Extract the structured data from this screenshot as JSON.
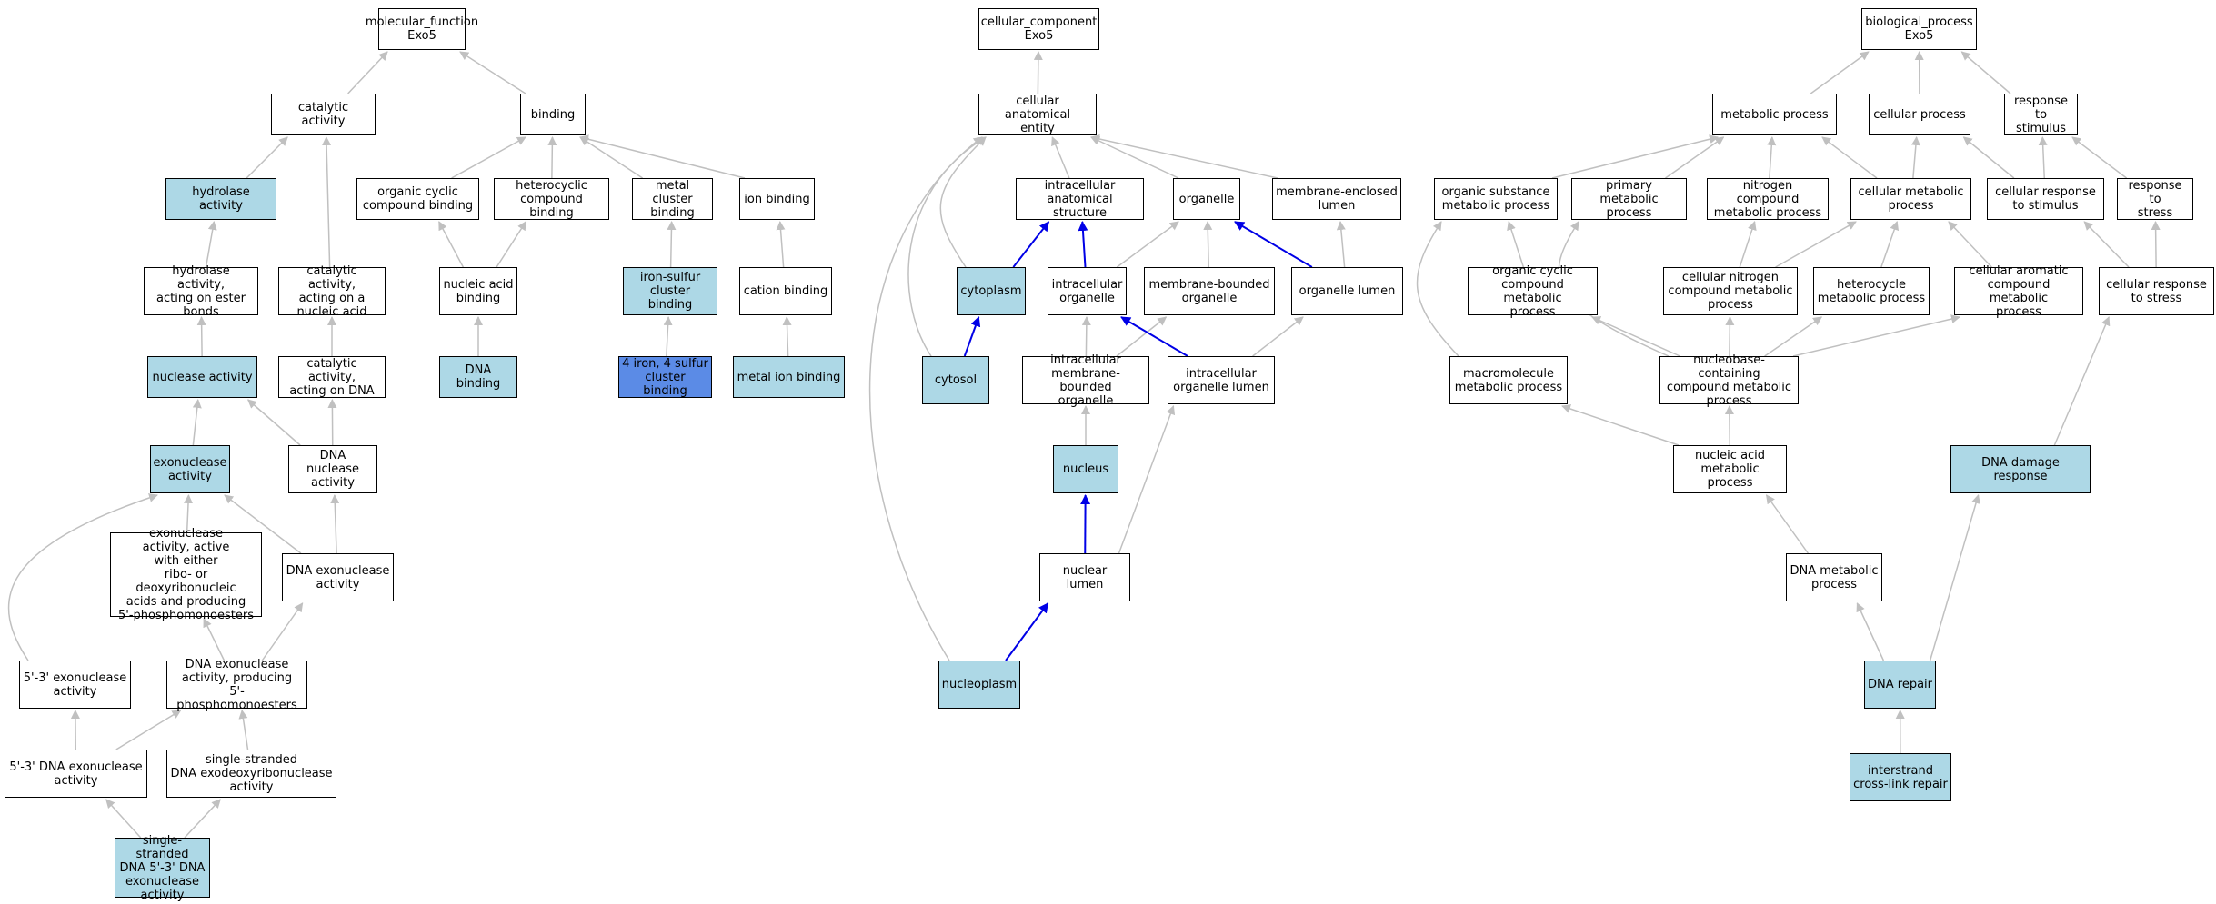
{
  "colors": {
    "annotated": "#ADD8E6",
    "strong": "#5B8BE6",
    "edge_gray": "#C0C0C0",
    "edge_blue": "#0000E6",
    "border": "#000000"
  },
  "nodes": [
    {
      "id": "mf",
      "text": "molecular_function\nExo5",
      "fill": "white"
    },
    {
      "id": "catalytic",
      "text": "catalytic activity",
      "fill": "white"
    },
    {
      "id": "binding",
      "text": "binding",
      "fill": "white"
    },
    {
      "id": "hydrolase",
      "text": "hydrolase activity",
      "fill": "annotated"
    },
    {
      "id": "organic_cyclic_binding",
      "text": "organic cyclic\ncompound binding",
      "fill": "white"
    },
    {
      "id": "heterocyclic_binding",
      "text": "heterocyclic\ncompound binding",
      "fill": "white"
    },
    {
      "id": "metal_cluster",
      "text": "metal cluster\nbinding",
      "fill": "white"
    },
    {
      "id": "ion_binding",
      "text": "ion binding",
      "fill": "white"
    },
    {
      "id": "hydrolase_ester",
      "text": "hydrolase activity,\nacting on ester\nbonds",
      "fill": "white"
    },
    {
      "id": "catalytic_na",
      "text": "catalytic activity,\nacting on a\nnucleic acid",
      "fill": "white"
    },
    {
      "id": "na_binding",
      "text": "nucleic acid\nbinding",
      "fill": "white"
    },
    {
      "id": "fes_binding",
      "text": "iron-sulfur\ncluster binding",
      "fill": "annotated"
    },
    {
      "id": "cation_binding",
      "text": "cation binding",
      "fill": "white"
    },
    {
      "id": "nuclease",
      "text": "nuclease activity",
      "fill": "annotated"
    },
    {
      "id": "catalytic_dna",
      "text": "catalytic activity,\nacting on DNA",
      "fill": "white"
    },
    {
      "id": "dna_binding",
      "text": "DNA binding",
      "fill": "annotated"
    },
    {
      "id": "fe4s4",
      "text": "4 iron, 4 sulfur\ncluster binding",
      "fill": "strong"
    },
    {
      "id": "metal_ion",
      "text": "metal ion binding",
      "fill": "annotated"
    },
    {
      "id": "exonuclease",
      "text": "exonuclease\nactivity",
      "fill": "annotated"
    },
    {
      "id": "dna_nuclease",
      "text": "DNA nuclease\nactivity",
      "fill": "white"
    },
    {
      "id": "exo_active",
      "text": "exonuclease\nactivity, active\nwith either\nribo- or deoxyribonucleic\nacids and producing\n5'-phosphomonoesters",
      "fill": "white"
    },
    {
      "id": "dna_exo",
      "text": "DNA exonuclease\nactivity",
      "fill": "white"
    },
    {
      "id": "exo53",
      "text": "5'-3' exonuclease\nactivity",
      "fill": "white"
    },
    {
      "id": "dna_exo_prod",
      "text": "DNA exonuclease\nactivity, producing\n5'-phosphomonoesters",
      "fill": "white"
    },
    {
      "id": "exo53_dna",
      "text": "5'-3' DNA exonuclease\nactivity",
      "fill": "white"
    },
    {
      "id": "ss_exodeoxy",
      "text": "single-stranded\nDNA exodeoxyribonuclease\nactivity",
      "fill": "white"
    },
    {
      "id": "ss53",
      "text": "single-stranded\nDNA 5'-3' DNA\nexonuclease\nactivity",
      "fill": "annotated"
    },
    {
      "id": "cc",
      "text": "cellular_component\nExo5",
      "fill": "white"
    },
    {
      "id": "cae",
      "text": "cellular anatomical\nentity",
      "fill": "white"
    },
    {
      "id": "ias",
      "text": "intracellular\nanatomical structure",
      "fill": "white"
    },
    {
      "id": "organelle",
      "text": "organelle",
      "fill": "white"
    },
    {
      "id": "mel",
      "text": "membrane-enclosed\nlumen",
      "fill": "white"
    },
    {
      "id": "cytoplasm",
      "text": "cytoplasm",
      "fill": "annotated"
    },
    {
      "id": "io",
      "text": "intracellular\norganelle",
      "fill": "white"
    },
    {
      "id": "mbo",
      "text": "membrane-bounded\norganelle",
      "fill": "white"
    },
    {
      "id": "ol",
      "text": "organelle lumen",
      "fill": "white"
    },
    {
      "id": "cytosol",
      "text": "cytosol",
      "fill": "annotated"
    },
    {
      "id": "imbo",
      "text": "intracellular\nmembrane-bounded\norganelle",
      "fill": "white"
    },
    {
      "id": "iol",
      "text": "intracellular\norganelle lumen",
      "fill": "white"
    },
    {
      "id": "nucleus",
      "text": "nucleus",
      "fill": "annotated"
    },
    {
      "id": "nuclear_lumen",
      "text": "nuclear lumen",
      "fill": "white"
    },
    {
      "id": "nucleoplasm",
      "text": "nucleoplasm",
      "fill": "annotated"
    },
    {
      "id": "bp",
      "text": "biological_process\nExo5",
      "fill": "white"
    },
    {
      "id": "metabolic",
      "text": "metabolic process",
      "fill": "white"
    },
    {
      "id": "cellular_process",
      "text": "cellular process",
      "fill": "white"
    },
    {
      "id": "rts",
      "text": "response to\nstimulus",
      "fill": "white"
    },
    {
      "id": "osmp",
      "text": "organic substance\nmetabolic process",
      "fill": "white"
    },
    {
      "id": "pmp",
      "text": "primary metabolic\nprocess",
      "fill": "white"
    },
    {
      "id": "ncmp",
      "text": "nitrogen compound\nmetabolic process",
      "fill": "white"
    },
    {
      "id": "cmp",
      "text": "cellular metabolic\nprocess",
      "fill": "white"
    },
    {
      "id": "crts",
      "text": "cellular response\nto stimulus",
      "fill": "white"
    },
    {
      "id": "rtstress",
      "text": "response to\nstress",
      "fill": "white"
    },
    {
      "id": "occmp",
      "text": "organic cyclic\ncompound metabolic\nprocess",
      "fill": "white"
    },
    {
      "id": "cncmp",
      "text": "cellular nitrogen\ncompound metabolic\nprocess",
      "fill": "white"
    },
    {
      "id": "hmp",
      "text": "heterocycle\nmetabolic process",
      "fill": "white"
    },
    {
      "id": "cacmp",
      "text": "cellular aromatic\ncompound metabolic\nprocess",
      "fill": "white"
    },
    {
      "id": "crtstress",
      "text": "cellular response\nto stress",
      "fill": "white"
    },
    {
      "id": "mmp",
      "text": "macromolecule\nmetabolic process",
      "fill": "white"
    },
    {
      "id": "nbcmp",
      "text": "nucleobase-containing\ncompound metabolic\nprocess",
      "fill": "white"
    },
    {
      "id": "namp",
      "text": "nucleic acid\nmetabolic process",
      "fill": "white"
    },
    {
      "id": "ddr",
      "text": "DNA damage response",
      "fill": "annotated"
    },
    {
      "id": "dnamp",
      "text": "DNA metabolic\nprocess",
      "fill": "white"
    },
    {
      "id": "dna_repair",
      "text": "DNA repair",
      "fill": "annotated"
    },
    {
      "id": "icl_repair",
      "text": "interstrand\ncross-link repair",
      "fill": "annotated"
    }
  ],
  "edges": [
    {
      "from": "catalytic",
      "to": "mf",
      "color": "gray"
    },
    {
      "from": "binding",
      "to": "mf",
      "color": "gray"
    },
    {
      "from": "hydrolase",
      "to": "catalytic",
      "color": "gray"
    },
    {
      "from": "catalytic_na",
      "to": "catalytic",
      "color": "gray"
    },
    {
      "from": "organic_cyclic_binding",
      "to": "binding",
      "color": "gray"
    },
    {
      "from": "heterocyclic_binding",
      "to": "binding",
      "color": "gray"
    },
    {
      "from": "metal_cluster",
      "to": "binding",
      "color": "gray"
    },
    {
      "from": "ion_binding",
      "to": "binding",
      "color": "gray"
    },
    {
      "from": "hydrolase_ester",
      "to": "hydrolase",
      "color": "gray"
    },
    {
      "from": "na_binding",
      "to": "organic_cyclic_binding",
      "color": "gray"
    },
    {
      "from": "na_binding",
      "to": "heterocyclic_binding",
      "color": "gray"
    },
    {
      "from": "fes_binding",
      "to": "metal_cluster",
      "color": "gray"
    },
    {
      "from": "cation_binding",
      "to": "ion_binding",
      "color": "gray"
    },
    {
      "from": "nuclease",
      "to": "hydrolase_ester",
      "color": "gray"
    },
    {
      "from": "catalytic_dna",
      "to": "catalytic_na",
      "color": "gray"
    },
    {
      "from": "dna_binding",
      "to": "na_binding",
      "color": "gray"
    },
    {
      "from": "fe4s4",
      "to": "fes_binding",
      "color": "gray"
    },
    {
      "from": "metal_ion",
      "to": "cation_binding",
      "color": "gray"
    },
    {
      "from": "exonuclease",
      "to": "nuclease",
      "color": "gray"
    },
    {
      "from": "dna_nuclease",
      "to": "nuclease",
      "color": "gray"
    },
    {
      "from": "dna_nuclease",
      "to": "catalytic_dna",
      "color": "gray"
    },
    {
      "from": "exo_active",
      "to": "exonuclease",
      "color": "gray"
    },
    {
      "from": "dna_exo",
      "to": "exonuclease",
      "color": "gray"
    },
    {
      "from": "dna_exo",
      "to": "dna_nuclease",
      "color": "gray"
    },
    {
      "from": "exo53",
      "to": "exonuclease",
      "color": "gray",
      "curve": "left"
    },
    {
      "from": "dna_exo_prod",
      "to": "exo_active",
      "color": "gray"
    },
    {
      "from": "dna_exo_prod",
      "to": "dna_exo",
      "color": "gray"
    },
    {
      "from": "exo53_dna",
      "to": "exo53",
      "color": "gray"
    },
    {
      "from": "exo53_dna",
      "to": "dna_exo_prod",
      "color": "gray"
    },
    {
      "from": "ss_exodeoxy",
      "to": "dna_exo_prod",
      "color": "gray"
    },
    {
      "from": "ss53",
      "to": "exo53_dna",
      "color": "gray"
    },
    {
      "from": "ss53",
      "to": "ss_exodeoxy",
      "color": "gray"
    },
    {
      "from": "cae",
      "to": "cc",
      "color": "gray"
    },
    {
      "from": "ias",
      "to": "cae",
      "color": "gray"
    },
    {
      "from": "organelle",
      "to": "cae",
      "color": "gray"
    },
    {
      "from": "mel",
      "to": "cae",
      "color": "gray"
    },
    {
      "from": "cytoplasm",
      "to": "ias",
      "color": "blue"
    },
    {
      "from": "cytoplasm",
      "to": "cae",
      "color": "gray",
      "curve": "left"
    },
    {
      "from": "io",
      "to": "ias",
      "color": "blue"
    },
    {
      "from": "io",
      "to": "organelle",
      "color": "gray"
    },
    {
      "from": "mbo",
      "to": "organelle",
      "color": "gray"
    },
    {
      "from": "ol",
      "to": "organelle",
      "color": "blue"
    },
    {
      "from": "ol",
      "to": "mel",
      "color": "gray"
    },
    {
      "from": "cytosol",
      "to": "cytoplasm",
      "color": "blue"
    },
    {
      "from": "cytosol",
      "to": "cae",
      "color": "gray",
      "curve": "left"
    },
    {
      "from": "imbo",
      "to": "io",
      "color": "gray"
    },
    {
      "from": "imbo",
      "to": "mbo",
      "color": "gray"
    },
    {
      "from": "iol",
      "to": "io",
      "color": "blue"
    },
    {
      "from": "iol",
      "to": "ol",
      "color": "gray"
    },
    {
      "from": "nucleus",
      "to": "imbo",
      "color": "gray"
    },
    {
      "from": "nuclear_lumen",
      "to": "nucleus",
      "color": "blue"
    },
    {
      "from": "nuclear_lumen",
      "to": "iol",
      "color": "gray"
    },
    {
      "from": "nucleoplasm",
      "to": "nuclear_lumen",
      "color": "blue"
    },
    {
      "from": "nucleoplasm",
      "to": "cae",
      "color": "gray",
      "curve": "far-left"
    },
    {
      "from": "metabolic",
      "to": "bp",
      "color": "gray"
    },
    {
      "from": "cellular_process",
      "to": "bp",
      "color": "gray"
    },
    {
      "from": "rts",
      "to": "bp",
      "color": "gray"
    },
    {
      "from": "osmp",
      "to": "metabolic",
      "color": "gray"
    },
    {
      "from": "pmp",
      "to": "metabolic",
      "color": "gray"
    },
    {
      "from": "ncmp",
      "to": "metabolic",
      "color": "gray"
    },
    {
      "from": "cmp",
      "to": "metabolic",
      "color": "gray"
    },
    {
      "from": "cmp",
      "to": "cellular_process",
      "color": "gray"
    },
    {
      "from": "crts",
      "to": "cellular_process",
      "color": "gray"
    },
    {
      "from": "crts",
      "to": "rts",
      "color": "gray"
    },
    {
      "from": "rtstress",
      "to": "rts",
      "color": "gray"
    },
    {
      "from": "occmp",
      "to": "osmp",
      "color": "gray"
    },
    {
      "from": "cncmp",
      "to": "ncmp",
      "color": "gray"
    },
    {
      "from": "cncmp",
      "to": "cmp",
      "color": "gray"
    },
    {
      "from": "hmp",
      "to": "cmp",
      "color": "gray"
    },
    {
      "from": "cacmp",
      "to": "cmp",
      "color": "gray"
    },
    {
      "from": "crtstress",
      "to": "crts",
      "color": "gray"
    },
    {
      "from": "crtstress",
      "to": "rtstress",
      "color": "gray"
    },
    {
      "from": "mmp",
      "to": "osmp",
      "color": "gray",
      "curve": "left"
    },
    {
      "from": "nbcmp",
      "to": "occmp",
      "color": "gray"
    },
    {
      "from": "nbcmp",
      "to": "pmp",
      "color": "gray",
      "curve": "left"
    },
    {
      "from": "nbcmp",
      "to": "cncmp",
      "color": "gray"
    },
    {
      "from": "nbcmp",
      "to": "hmp",
      "color": "gray"
    },
    {
      "from": "nbcmp",
      "to": "cacmp",
      "color": "gray"
    },
    {
      "from": "namp",
      "to": "mmp",
      "color": "gray"
    },
    {
      "from": "namp",
      "to": "nbcmp",
      "color": "gray"
    },
    {
      "from": "ddr",
      "to": "crtstress",
      "color": "gray"
    },
    {
      "from": "dnamp",
      "to": "namp",
      "color": "gray"
    },
    {
      "from": "dna_repair",
      "to": "ddr",
      "color": "gray"
    },
    {
      "from": "dna_repair",
      "to": "dnamp",
      "color": "gray"
    },
    {
      "from": "icl_repair",
      "to": "dna_repair",
      "color": "gray"
    }
  ]
}
